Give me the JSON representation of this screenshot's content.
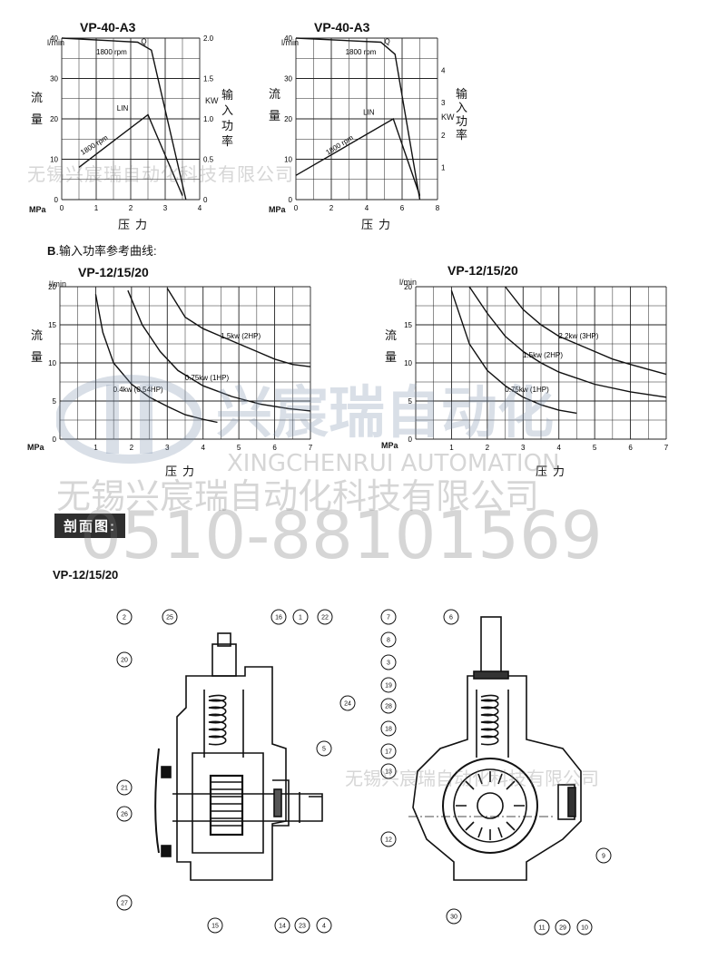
{
  "chart_data": [
    {
      "type": "line",
      "title": "VP-40-A3",
      "ylabel_unit": "l/min",
      "ylabel": "流量",
      "xlabel": "压力",
      "x_unit": "MPa",
      "y2_unit": "KW",
      "y2_label": "输入功率",
      "xlim": [
        0,
        4
      ],
      "ylim": [
        0,
        40
      ],
      "y2lim": [
        0,
        2.0
      ],
      "xticks": [
        "0",
        "1",
        "2",
        "3",
        "4"
      ],
      "yticks": [
        "0",
        "10",
        "20",
        "30",
        "40"
      ],
      "y2ticks": [
        "0",
        "0.5",
        "1.0",
        "1.5",
        "2.0"
      ],
      "annotations": [
        "1800 rpm",
        "Q",
        "LIN",
        "1800 rpm"
      ],
      "series": [
        {
          "name": "Q",
          "x": [
            0,
            2.2,
            2.6,
            3.6
          ],
          "y": [
            40,
            39,
            37,
            0
          ]
        },
        {
          "name": "LIN",
          "x": [
            0.5,
            2.5,
            3.5
          ],
          "y": [
            8,
            21,
            1
          ]
        }
      ]
    },
    {
      "type": "line",
      "title": "VP-40-A3",
      "ylabel_unit": "l/min",
      "ylabel": "流量",
      "xlabel": "压力",
      "x_unit": "MPa",
      "y2_unit": "KW",
      "y2_label": "输入功率",
      "xlim": [
        0,
        8
      ],
      "ylim": [
        0,
        40
      ],
      "y2lim": [
        0,
        5
      ],
      "xticks": [
        "0",
        "2",
        "4",
        "6",
        "8"
      ],
      "yticks": [
        "0",
        "10",
        "20",
        "30",
        "40"
      ],
      "y2ticks": [
        "1",
        "2",
        "3",
        "4"
      ],
      "annotations": [
        "1800 rpm",
        "Q",
        "LIN",
        "1800 rpm"
      ],
      "series": [
        {
          "name": "Q",
          "x": [
            0,
            4.8,
            5.6,
            7
          ],
          "y": [
            40,
            39,
            36,
            0
          ]
        },
        {
          "name": "LIN",
          "x": [
            0,
            5.5,
            7
          ],
          "y": [
            6,
            20,
            1
          ]
        }
      ]
    },
    {
      "type": "line",
      "title": "VP-12/15/20",
      "ylabel_unit": "l/min",
      "ylabel": "流量",
      "xlabel": "压力",
      "x_unit": "MPa",
      "xlim": [
        0,
        7
      ],
      "ylim": [
        0,
        20
      ],
      "xticks": [
        "1",
        "2",
        "3",
        "4",
        "5",
        "6",
        "7"
      ],
      "yticks": [
        "0",
        "5",
        "10",
        "15",
        "20"
      ],
      "series": [
        {
          "name": "0.4kw (0.54HP)",
          "x": [
            1,
            1.2,
            1.5,
            2,
            2.5,
            3,
            3.5,
            4,
            4.4
          ],
          "y": [
            19,
            14,
            10,
            7.2,
            5.5,
            4.3,
            3.2,
            2.6,
            2.2
          ]
        },
        {
          "name": "0.75kw (1HP)",
          "x": [
            1.9,
            2.3,
            2.8,
            3.3,
            4,
            4.8,
            5.6,
            6.4,
            7
          ],
          "y": [
            19.5,
            15,
            11.5,
            9,
            7,
            5.6,
            4.6,
            4.0,
            3.7
          ]
        },
        {
          "name": "1.5kw (2HP)",
          "x": [
            3,
            3.5,
            4,
            4.5,
            5,
            5.5,
            6,
            6.5,
            7
          ],
          "y": [
            19.8,
            16,
            14.5,
            13.5,
            12.5,
            11.5,
            10.5,
            9.8,
            9.5
          ]
        }
      ]
    },
    {
      "type": "line",
      "title": "VP-12/15/20",
      "ylabel_unit": "l/min",
      "ylabel": "流量",
      "xlabel": "压力",
      "x_unit": "MPa",
      "xlim": [
        0,
        7
      ],
      "ylim": [
        0,
        20
      ],
      "xticks": [
        "1",
        "2",
        "3",
        "4",
        "5",
        "6",
        "7"
      ],
      "yticks": [
        "0",
        "5",
        "10",
        "15",
        "20"
      ],
      "series": [
        {
          "name": "0.75kw (1HP)",
          "x": [
            1,
            1.5,
            2,
            2.5,
            3,
            3.5,
            4,
            4.5
          ],
          "y": [
            19.5,
            12.5,
            9,
            7,
            5.5,
            4.5,
            3.8,
            3.4
          ]
        },
        {
          "name": "1.5kw (2HP)",
          "x": [
            1.5,
            2,
            2.5,
            3,
            3.5,
            4,
            5,
            6,
            7
          ],
          "y": [
            20,
            16.5,
            13.5,
            11.5,
            10,
            8.8,
            7.2,
            6.2,
            5.5
          ]
        },
        {
          "name": "2.2kw (3HP)",
          "x": [
            2.5,
            3,
            3.5,
            4,
            4.5,
            5,
            5.5,
            6,
            7
          ],
          "y": [
            20,
            17,
            15,
            13.5,
            12.5,
            11.5,
            10.5,
            9.8,
            8.5
          ]
        }
      ]
    }
  ],
  "section_b_label": "B",
  "section_b_text": ".输入功率参考曲线:",
  "section_view_label": "剖面图:",
  "section_view_model": "VP-12/15/20",
  "watermark": {
    "top_line": "无锡兴宸瑞自动化科技有限公司",
    "company_big": "兴宸瑞自动化",
    "company_en": "XINGCHENRUI AUTOMATION",
    "company_cn": "无锡兴宸瑞自动化科技有限公司",
    "phone": "0510-88101569",
    "bottom_line": "无锡兴宸瑞自动化科技有限公司"
  },
  "left_drawing_callouts": [
    "2",
    "25",
    "16",
    "1",
    "22",
    "20",
    "24",
    "5",
    "21",
    "26",
    "27",
    "15",
    "14",
    "23",
    "4"
  ],
  "right_drawing_callouts": [
    "7",
    "6",
    "8",
    "3",
    "19",
    "28",
    "18",
    "17",
    "13",
    "12",
    "9",
    "30",
    "11",
    "29",
    "10"
  ],
  "colors": {
    "ink": "#111111",
    "banner": "#2f2f2f",
    "watermark": "#9a9a9a"
  }
}
